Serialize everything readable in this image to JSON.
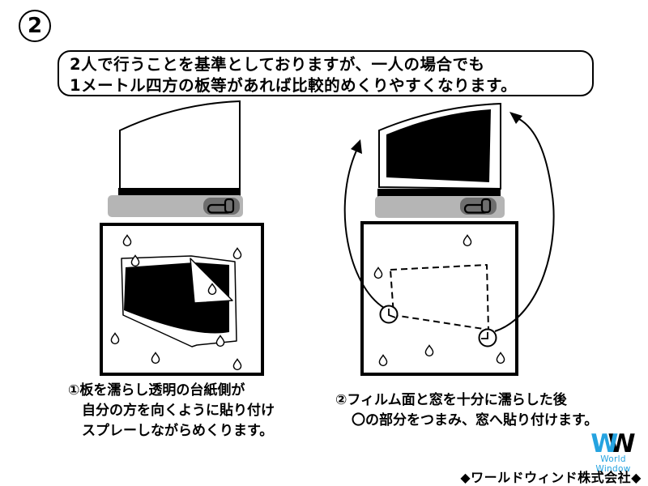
{
  "step": {
    "number": "2"
  },
  "bubble": {
    "line1": "2人で行うことを基準としておりますが、一人の場合でも",
    "line2": "1メートル四方の板等があれば比較的めくりやすくなります。"
  },
  "left_panel": {
    "caption_line1": "①板を濡らし透明の台紙側が",
    "caption_line2": "自分の方を向くように貼り付け",
    "caption_line3": "スプレーしながらめくります。"
  },
  "right_panel": {
    "caption_line1": "②フィルム面と窓を十分に濡らした後",
    "caption_line2": "〇の部分をつまみ、窓へ貼り付けます。"
  },
  "footer": {
    "logo_letter1": "W",
    "logo_letter2": "W",
    "logo_text": "World Window",
    "company": "◆ワールドウィンド株式会社◆"
  },
  "colors": {
    "accent_blue": "#25a3e0",
    "door_panel_gray": "#b5b5b5",
    "handle_gray": "#6e6e6e",
    "ink": "#000000",
    "film_black": "#000000"
  }
}
